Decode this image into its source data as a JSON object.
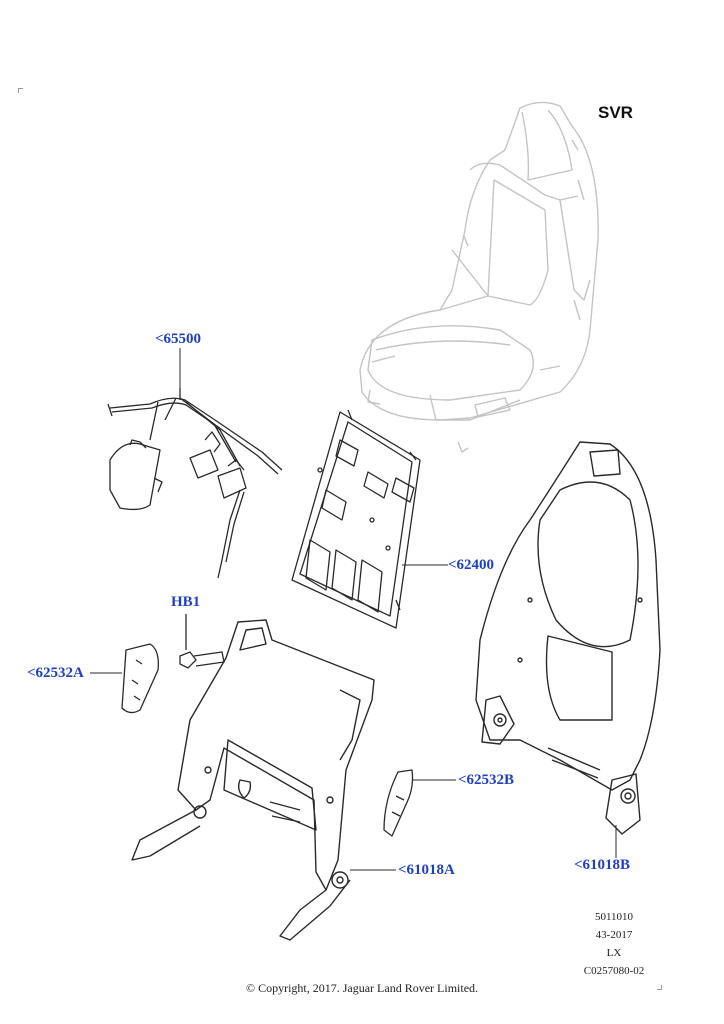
{
  "variant_label": "SVR",
  "callouts": {
    "wiring_harness": "<65500",
    "backrest_panel": "<62400",
    "bolt": "HB1",
    "trim_cover_a": "<62532A",
    "trim_cover_b": "<62532B",
    "cushion_frame_a": "<61018A",
    "backrest_frame_b": "<61018B"
  },
  "reference_block": [
    "5011010",
    "43-2017",
    "LX",
    "C0257080-02"
  ],
  "copyright": "© Copyright, 2017. Jaguar Land Rover Limited.",
  "colors": {
    "callout": "#1f3fbf",
    "outline": "#2a2a2a",
    "ghost_seat": "#c8c8c8"
  }
}
